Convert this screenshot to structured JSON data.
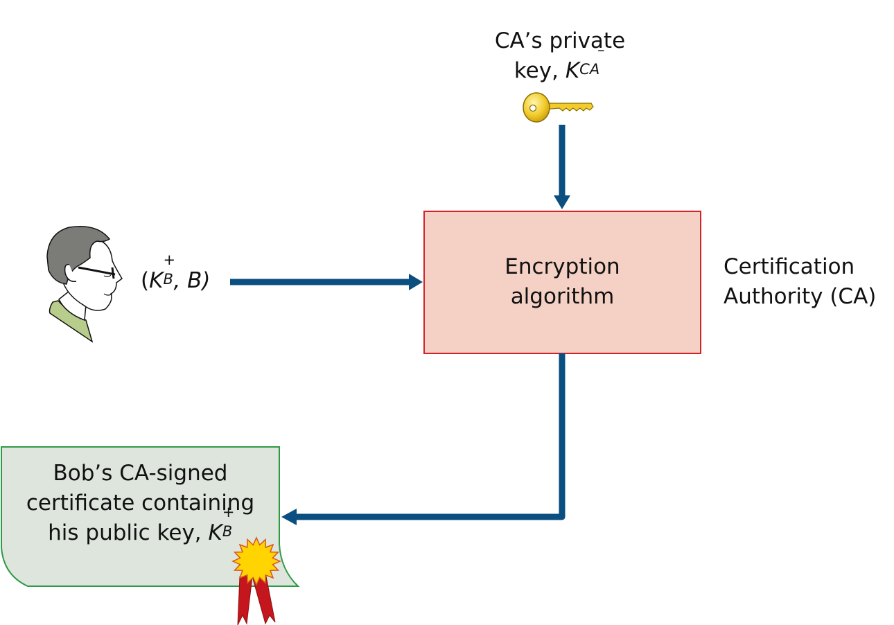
{
  "colors": {
    "arrow": "#0b4f80",
    "ca_box_fill": "#f5d1c5",
    "ca_box_border": "#d2232a",
    "certificate_fill": "#dde5dc",
    "certificate_border": "#2e9a47",
    "key": "#f2cc2b",
    "seal": "#ffd400",
    "ribbon": "#c4161c"
  },
  "icons": [
    "key-icon",
    "person-icon",
    "seal-icon"
  ],
  "private_key": {
    "line1": "CA’s private",
    "line2_prefix": "key, ",
    "symbol": "K",
    "subscript": "CA",
    "superscript": "–"
  },
  "bob_input": {
    "open": "(",
    "symbol": "K",
    "subscript": "B",
    "superscript": "+",
    "rest": ", B)"
  },
  "encryption_box": {
    "line1": "Encryption",
    "line2": "algorithm"
  },
  "ca_label": {
    "line1": "Certification",
    "line2": "Authority (CA)"
  },
  "certificate": {
    "line1": "Bob’s CA-signed",
    "line2": "certificate containing",
    "line3_prefix": "his public key, ",
    "symbol": "K",
    "subscript": "B",
    "superscript": "+"
  }
}
